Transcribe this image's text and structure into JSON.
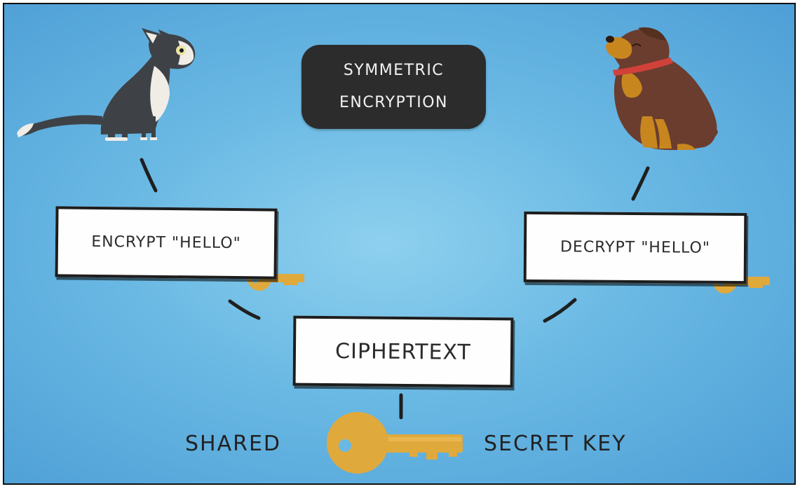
{
  "title": {
    "line1": "SYMMETRIC",
    "line2": "ENCRYPTION"
  },
  "cards": {
    "encrypt": "ENCRYPT \"HELLO\"",
    "decrypt": "DECRYPT \"HELLO\"",
    "ciphertext": "CIPHERTEXT"
  },
  "key_label": {
    "left": "SHARED",
    "right": "SECRET KEY"
  },
  "colors": {
    "background": "#6ab9e4",
    "title_badge": "#2c2c2c",
    "key_gold": "#e0a93c",
    "dog_brown": "#6b3d2e",
    "cat_gray": "#3e4247",
    "collar_red": "#d0413a"
  },
  "icons": [
    "cat-icon",
    "dog-icon",
    "key-icon"
  ]
}
